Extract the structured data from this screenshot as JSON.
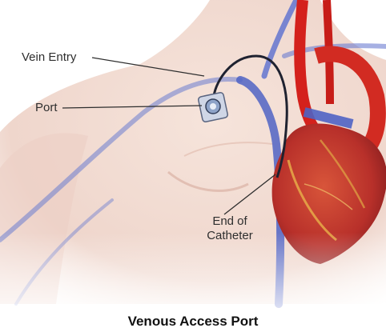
{
  "labels": {
    "vein_entry": "Vein Entry",
    "port": "Port",
    "end_of_catheter_line1": "End of",
    "end_of_catheter_line2": "Catheter"
  },
  "title": "Venous Access Port",
  "colors": {
    "skin": "#f1dcd3",
    "vein": "#5b6fc4",
    "catheter": "#1f2230",
    "heart": "#c9352c",
    "aorta": "#d4211c",
    "label_text": "#2e2e2e"
  }
}
